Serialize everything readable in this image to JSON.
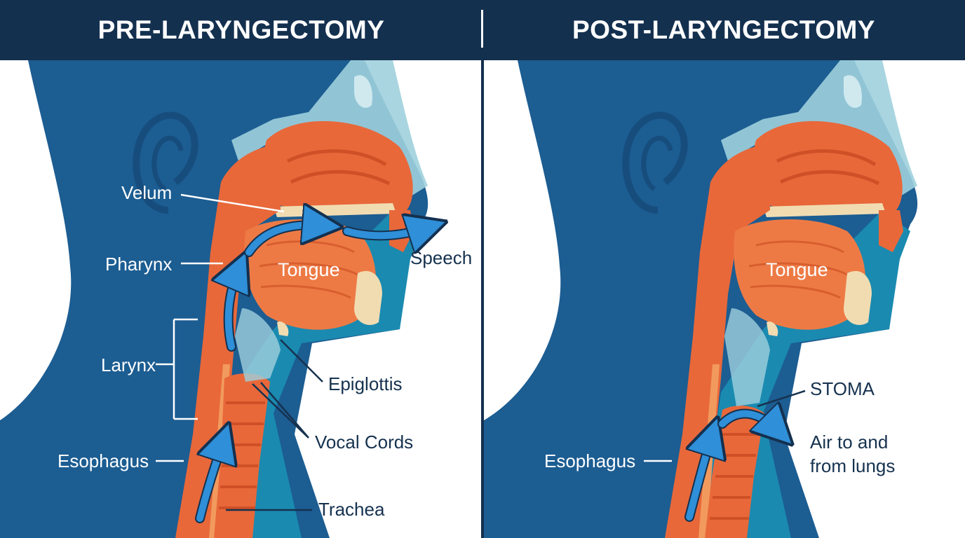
{
  "header": {
    "left_title": "PRE-LARYNGECTOMY",
    "right_title": "POST-LARYNGECTOMY"
  },
  "pre": {
    "labels": {
      "velum": "Velum",
      "pharynx": "Pharynx",
      "larynx": "Larynx",
      "esophagus": "Esophagus",
      "tongue": "Tongue",
      "speech": "Speech",
      "epiglottis": "Epiglottis",
      "vocal_cords": "Vocal Cords",
      "trachea": "Trachea"
    }
  },
  "post": {
    "labels": {
      "tongue": "Tongue",
      "esophagus": "Esophagus",
      "stoma": "STOMA",
      "air_line1": "Air to and",
      "air_line2": "from lungs"
    }
  },
  "colors": {
    "header": "#14304f",
    "head_dark": "#1c5d92",
    "neck_teal": "#1a8ab0",
    "sinus_light": "#9fd0dd",
    "flesh": "#e8683a",
    "flesh_light": "#f29a5e",
    "flesh_dark": "#cf5026",
    "bone": "#f1dcb2",
    "arrow": "#2f8fd8",
    "label_dark": "#16324f"
  },
  "icons": [
    "airflow-arrow-icon"
  ]
}
